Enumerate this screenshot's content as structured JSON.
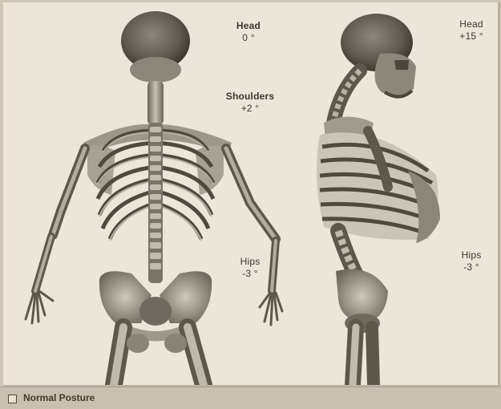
{
  "labels": {
    "front_head": {
      "title": "Head",
      "value": "0 °"
    },
    "front_shoulders": {
      "title": "Shoulders",
      "value": "+2 °"
    },
    "front_hips": {
      "title": "Hips",
      "value": "-3 °"
    },
    "side_head": {
      "title": "Head",
      "value": "+15 °"
    },
    "side_hips": {
      "title": "Hips",
      "value": "-3 °"
    }
  },
  "posture_toggle": {
    "label": "Normal Posture",
    "checked": false
  },
  "colors": {
    "background": "#ece6da",
    "bone": "#c9c2b6",
    "bone_shadow": "#6b645b",
    "text": "#3b3631"
  }
}
